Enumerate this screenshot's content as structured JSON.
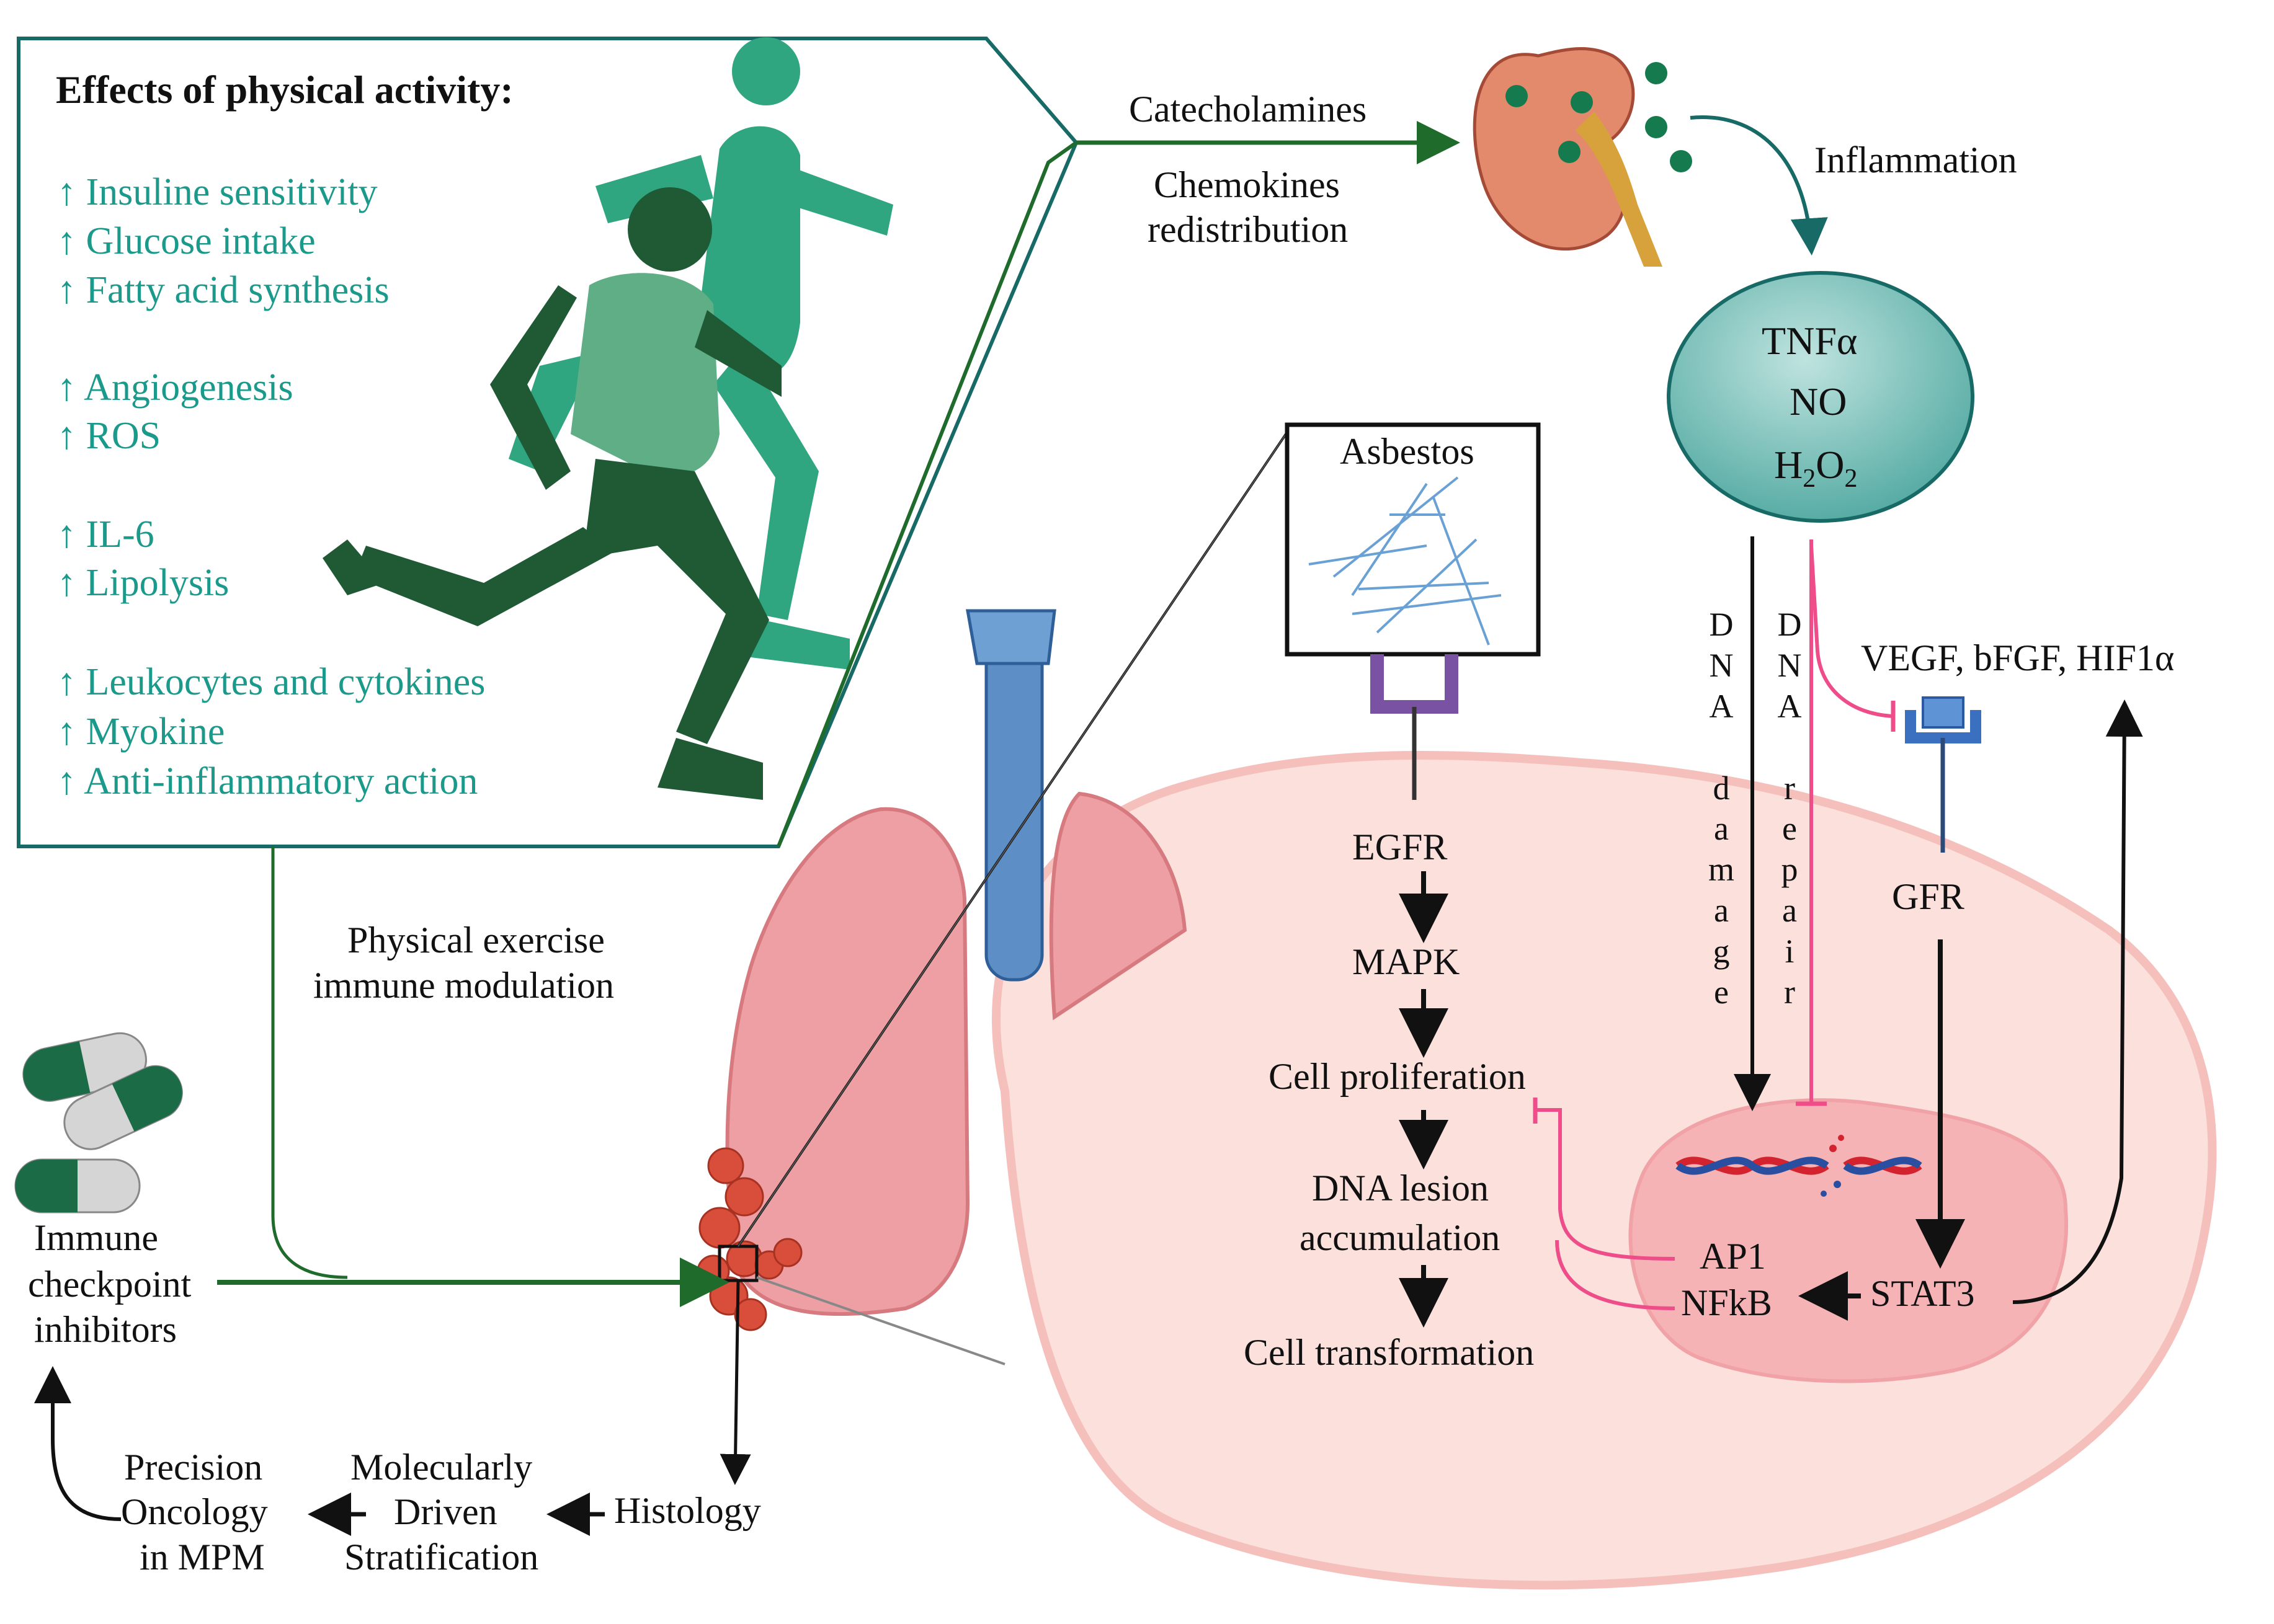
{
  "effects": {
    "title": "Effects of physical activity:",
    "items": [
      "↑ Insuline sensitivity",
      "↑ Glucose intake",
      "↑ Fatty acid synthesis",
      "↑ Angiogenesis",
      "↑ ROS",
      "↑ IL-6",
      "↑ Lipolysis",
      "↑ Leukocytes and cytokines",
      "↑ Myokine",
      "↑ Anti-inflammatory action"
    ]
  },
  "top": {
    "catecholamines": "Catecholamines",
    "chemokines_line1": "Chemokines",
    "chemokines_line2": "redistribution",
    "inflammation": "Inflammation"
  },
  "mediators": {
    "tnf": "TNFα",
    "no": "NO",
    "h2o2_main": "H",
    "h2o2_sub1": "2",
    "h2o2_mid": "O",
    "h2o2_sub2": "2"
  },
  "asbestos": "Asbestos",
  "pathway": {
    "egfr": "EGFR",
    "mapk": "MAPK",
    "proliferation": "Cell proliferation",
    "lesion_line1": "DNA lesion",
    "lesion_line2": "accumulation",
    "transformation": "Cell transformation"
  },
  "dna_damage": [
    "D",
    "N",
    "A",
    "",
    "d",
    "a",
    "m",
    "a",
    "g",
    "e"
  ],
  "dna_repair": [
    "D",
    "N",
    "A",
    "",
    "r",
    "e",
    "p",
    "a",
    "i",
    "r"
  ],
  "growth": {
    "factors": "VEGF, bFGF, HIF1α",
    "gfr": "GFR",
    "stat3": "STAT3",
    "ap1": "AP1",
    "nfkb": "NFkB"
  },
  "exercise": {
    "line1": "Physical exercise",
    "line2": "immune modulation"
  },
  "checkpoint": {
    "line1": "Immune",
    "line2": "checkpoint",
    "line3": "inhibitors"
  },
  "bottom": {
    "histology": "Histology",
    "molecular_line1": "Molecularly",
    "molecular_line2": "Driven",
    "molecular_line3": "Stratification",
    "precision_line1": "Precision",
    "precision_line2": "Oncology",
    "precision_line3": "in MPM"
  },
  "colors": {
    "dark_green": "#1f6b2b",
    "teal": "#1b9a8c",
    "pink": "#ee4d8a",
    "cell": "#fbe0dc",
    "nucleus": "#f6b3b6"
  }
}
